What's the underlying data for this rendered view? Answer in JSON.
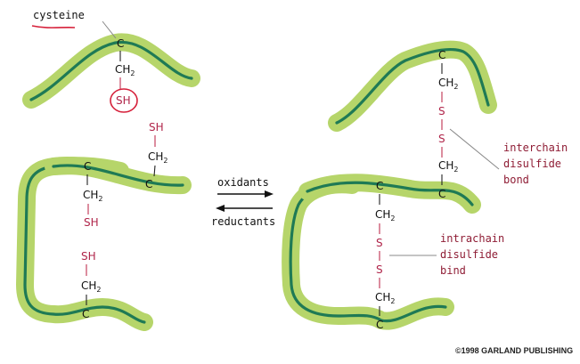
{
  "labels": {
    "cysteine": "cysteine",
    "oxidants": "oxidants",
    "reductants": "reductants",
    "interchain": [
      "interchain",
      "disulfide",
      "bond"
    ],
    "intrachain": [
      "intrachain",
      "disulfide",
      "bind"
    ],
    "copyright": "©1998 GARLAND PUBLISHING"
  },
  "atoms": {
    "C": "C",
    "CH": "CH",
    "two": "2",
    "SH": "SH",
    "S": "S"
  },
  "colors": {
    "tube": "#b6d56a",
    "backbone": "#1f7a55",
    "sulfur": "#b0254a",
    "annotation_ink": "#d6203a"
  }
}
